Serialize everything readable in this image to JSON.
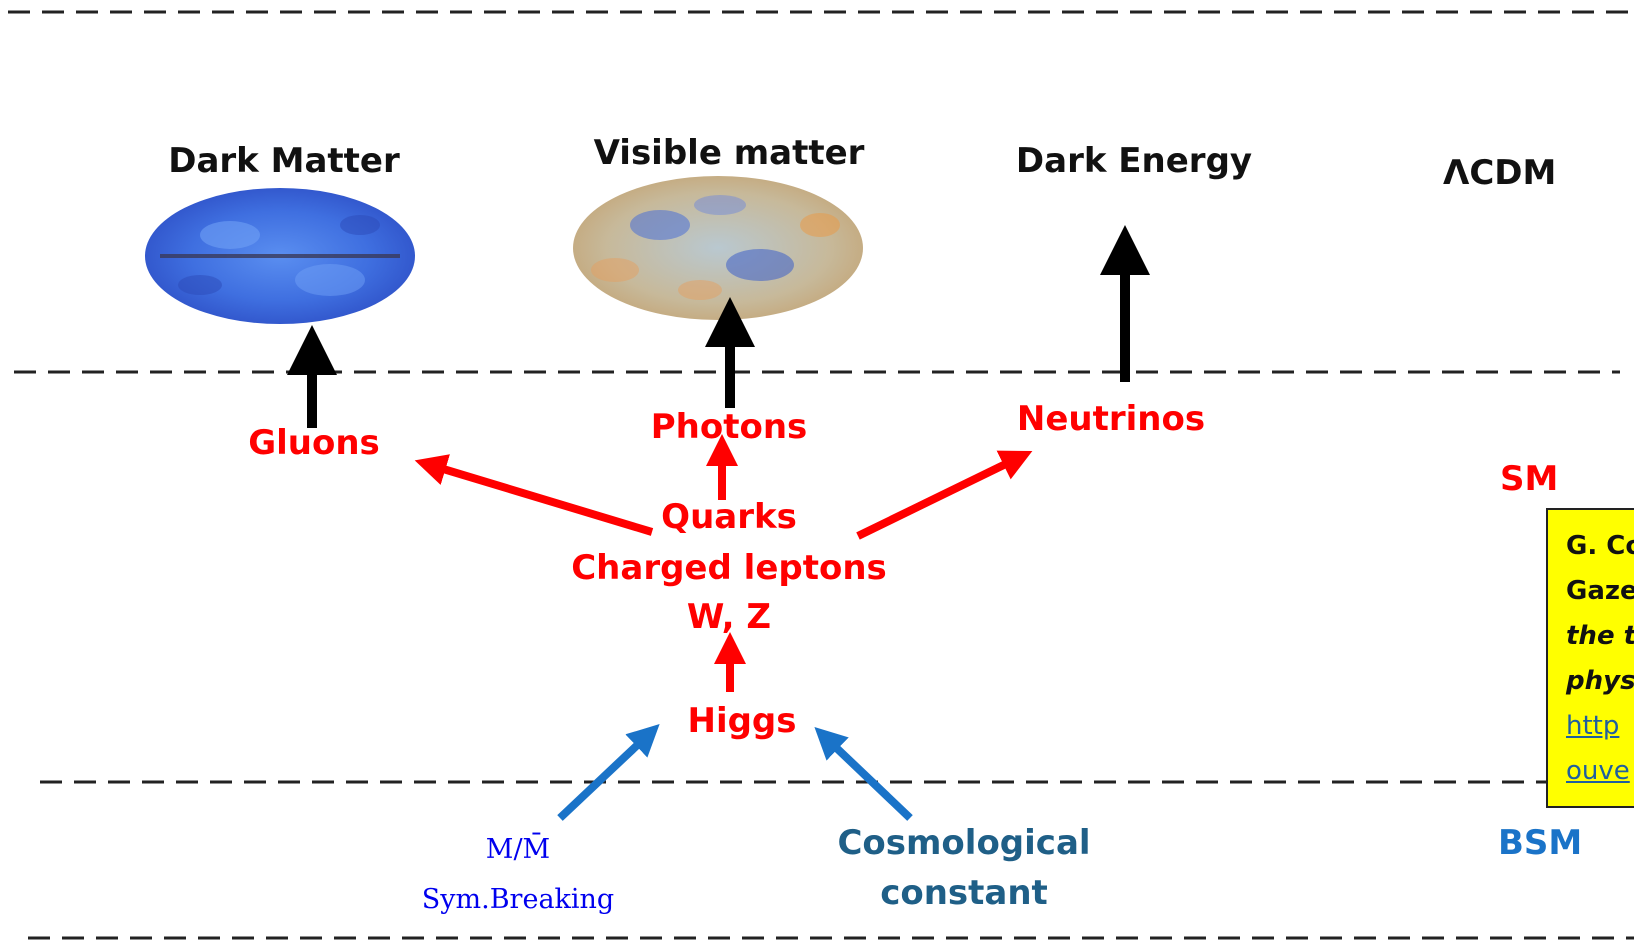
{
  "labels": {
    "dark_matter": "Dark Matter",
    "visible_matter": "Visible matter",
    "dark_energy": "Dark Energy",
    "lcdm": "ΛCDM",
    "gluons": "Gluons",
    "photons": "Photons",
    "neutrinos": "Neutrinos",
    "sm": "SM",
    "quarks": "Quarks",
    "charged_leptons": "Charged leptons",
    "wz": "W, Z",
    "higgs": "Higgs",
    "mmbar": "M/M̄",
    "sym_breaking": "Sym.Breaking",
    "cosmo_1": "Cosmological",
    "cosmo_2": "constant",
    "bsm": "BSM"
  },
  "reference": {
    "line1": "G. Co",
    "line2": "Gaze",
    "line3": "the t",
    "line4": "phys",
    "link1": "http",
    "link2": "ouve"
  },
  "colors": {
    "sm_arrows": "#ff0000",
    "bsm_arrows": "#1a73c8",
    "cmb_arrows": "#000000",
    "dashed_lines": "#222222",
    "note_background": "#ffff00"
  }
}
